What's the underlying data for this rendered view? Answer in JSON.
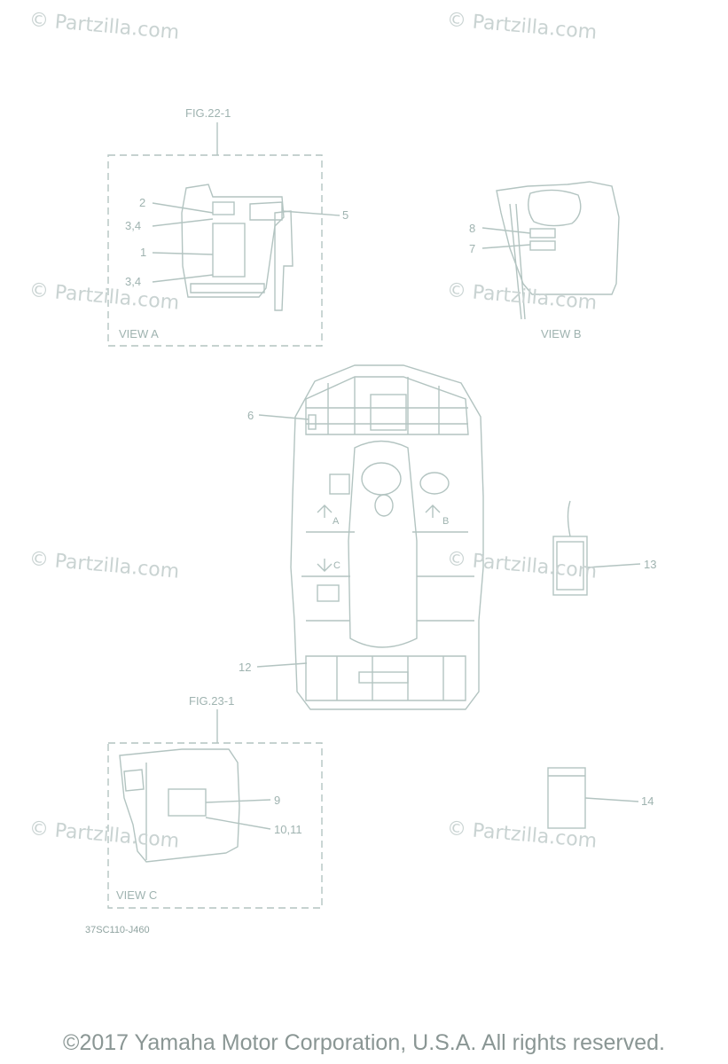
{
  "watermark": "© Partzilla.com",
  "figure_refs": {
    "top": "FIG.22-1",
    "bottom": "FIG.23-1"
  },
  "views": {
    "a": "VIEW A",
    "b": "VIEW B",
    "c": "VIEW C"
  },
  "callouts": {
    "c1": "1",
    "c2": "2",
    "c34a": "3,4",
    "c34b": "3,4",
    "c5": "5",
    "c6": "6",
    "c7": "7",
    "c8": "8",
    "c9": "9",
    "c1011": "10,11",
    "c12": "12",
    "c13": "13",
    "c14": "14"
  },
  "arrow_marks": {
    "a": "A",
    "b": "B",
    "c": "C"
  },
  "diagram_code": "37SC110-J460",
  "footer": "©2017 Yamaha Motor Corporation, U.S.A. All rights reserved."
}
